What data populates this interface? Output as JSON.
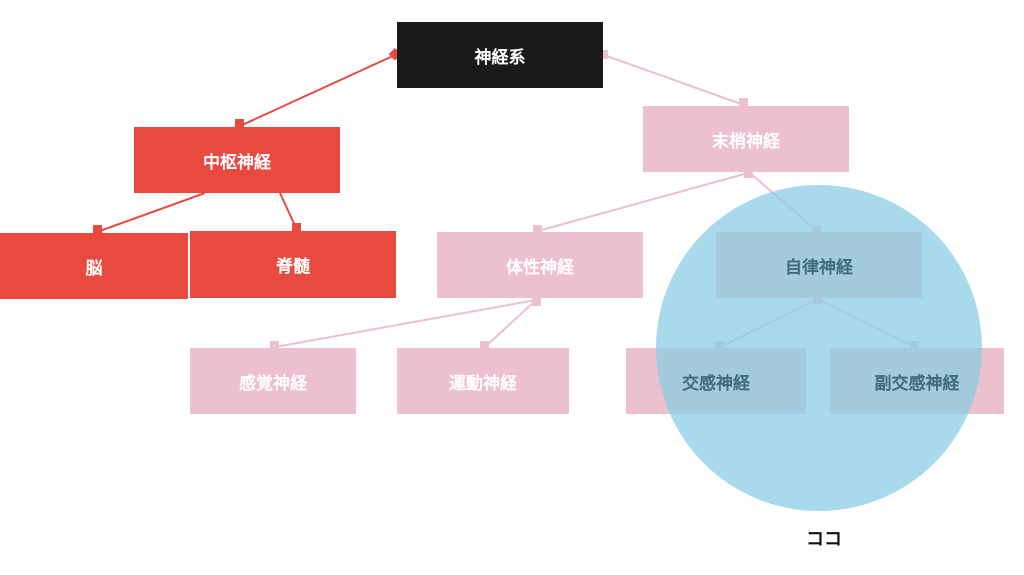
{
  "colors": {
    "root": "#1a1a1a",
    "central": "#e94a3f",
    "peripheral": "#ecc0cc",
    "highlight": "#8ccde4"
  },
  "nodes": {
    "nervous_system": "神経系",
    "central": "中枢神経",
    "brain": "脳",
    "spinal_cord": "脊髄",
    "peripheral": "末梢神経",
    "somatic": "体性神経",
    "autonomic": "自律神経",
    "sensory": "感覚神経",
    "motor": "運動神経",
    "sympathetic": "交感神経",
    "parasympathetic": "副交感神経"
  },
  "highlight_label": "ココ"
}
